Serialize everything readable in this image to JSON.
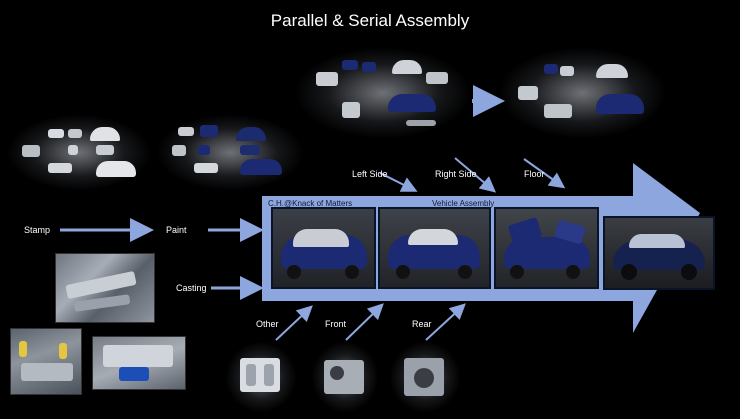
{
  "title": "Parallel & Serial Assembly",
  "colors": {
    "background": "#000000",
    "arrow": "#8ea6de",
    "vehicle_blue": "#1b2a72",
    "text": "#ffffff"
  },
  "labels": {
    "stamp": "Stamp",
    "paint": "Paint",
    "casting": "Casting",
    "left_side": "Left Side",
    "right_side": "Right Side",
    "floor": "Floor",
    "other": "Other",
    "front": "Front",
    "rear": "Rear"
  },
  "assembly_banner": {
    "credit": "C.H.@Knack of Matters",
    "label": "Vehicle Assembly"
  }
}
